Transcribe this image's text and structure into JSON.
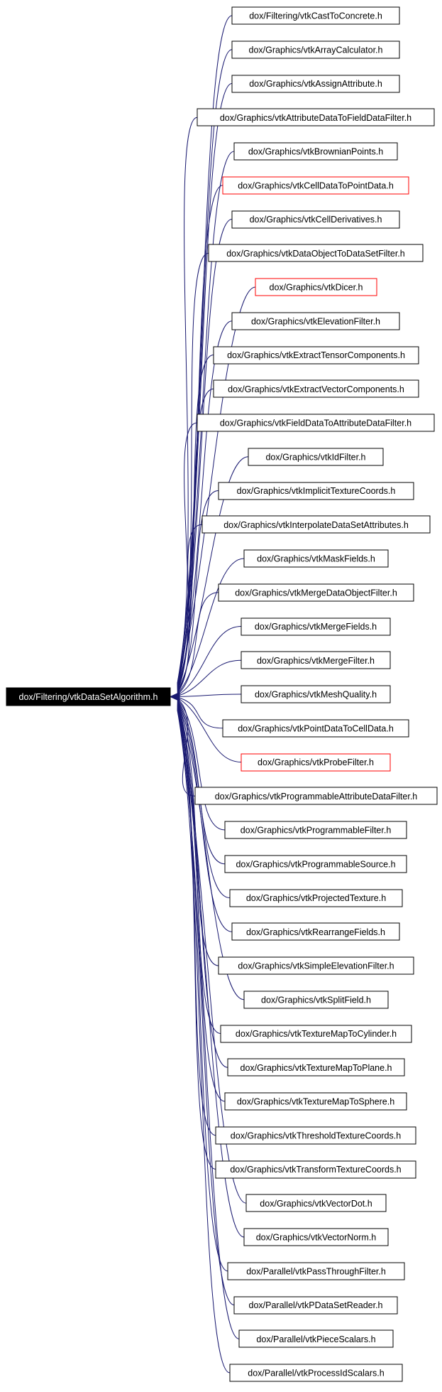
{
  "root": {
    "label": "dox/Filtering/vtkDataSetAlgorithm.h"
  },
  "colors": {
    "edge": "#191970",
    "highlight_border": "#ff0000",
    "root_fill": "#000000"
  },
  "nodes": [
    {
      "label": "dox/Filtering/vtkCastToConcrete.h",
      "highlight": false
    },
    {
      "label": "dox/Graphics/vtkArrayCalculator.h",
      "highlight": false
    },
    {
      "label": "dox/Graphics/vtkAssignAttribute.h",
      "highlight": false
    },
    {
      "label": "dox/Graphics/vtkAttributeDataToFieldDataFilter.h",
      "highlight": false
    },
    {
      "label": "dox/Graphics/vtkBrownianPoints.h",
      "highlight": false
    },
    {
      "label": "dox/Graphics/vtkCellDataToPointData.h",
      "highlight": true
    },
    {
      "label": "dox/Graphics/vtkCellDerivatives.h",
      "highlight": false
    },
    {
      "label": "dox/Graphics/vtkDataObjectToDataSetFilter.h",
      "highlight": false
    },
    {
      "label": "dox/Graphics/vtkDicer.h",
      "highlight": true
    },
    {
      "label": "dox/Graphics/vtkElevationFilter.h",
      "highlight": false
    },
    {
      "label": "dox/Graphics/vtkExtractTensorComponents.h",
      "highlight": false
    },
    {
      "label": "dox/Graphics/vtkExtractVectorComponents.h",
      "highlight": false
    },
    {
      "label": "dox/Graphics/vtkFieldDataToAttributeDataFilter.h",
      "highlight": false
    },
    {
      "label": "dox/Graphics/vtkIdFilter.h",
      "highlight": false
    },
    {
      "label": "dox/Graphics/vtkImplicitTextureCoords.h",
      "highlight": false
    },
    {
      "label": "dox/Graphics/vtkInterpolateDataSetAttributes.h",
      "highlight": false
    },
    {
      "label": "dox/Graphics/vtkMaskFields.h",
      "highlight": false
    },
    {
      "label": "dox/Graphics/vtkMergeDataObjectFilter.h",
      "highlight": false
    },
    {
      "label": "dox/Graphics/vtkMergeFields.h",
      "highlight": false
    },
    {
      "label": "dox/Graphics/vtkMergeFilter.h",
      "highlight": false
    },
    {
      "label": "dox/Graphics/vtkMeshQuality.h",
      "highlight": false
    },
    {
      "label": "dox/Graphics/vtkPointDataToCellData.h",
      "highlight": false
    },
    {
      "label": "dox/Graphics/vtkProbeFilter.h",
      "highlight": true
    },
    {
      "label": "dox/Graphics/vtkProgrammableAttributeDataFilter.h",
      "highlight": false
    },
    {
      "label": "dox/Graphics/vtkProgrammableFilter.h",
      "highlight": false
    },
    {
      "label": "dox/Graphics/vtkProgrammableSource.h",
      "highlight": false
    },
    {
      "label": "dox/Graphics/vtkProjectedTexture.h",
      "highlight": false
    },
    {
      "label": "dox/Graphics/vtkRearrangeFields.h",
      "highlight": false
    },
    {
      "label": "dox/Graphics/vtkSimpleElevationFilter.h",
      "highlight": false
    },
    {
      "label": "dox/Graphics/vtkSplitField.h",
      "highlight": false
    },
    {
      "label": "dox/Graphics/vtkTextureMapToCylinder.h",
      "highlight": false
    },
    {
      "label": "dox/Graphics/vtkTextureMapToPlane.h",
      "highlight": false
    },
    {
      "label": "dox/Graphics/vtkTextureMapToSphere.h",
      "highlight": false
    },
    {
      "label": "dox/Graphics/vtkThresholdTextureCoords.h",
      "highlight": false
    },
    {
      "label": "dox/Graphics/vtkTransformTextureCoords.h",
      "highlight": false
    },
    {
      "label": "dox/Graphics/vtkVectorDot.h",
      "highlight": false
    },
    {
      "label": "dox/Graphics/vtkVectorNorm.h",
      "highlight": false
    },
    {
      "label": "dox/Parallel/vtkPassThroughFilter.h",
      "highlight": false
    },
    {
      "label": "dox/Parallel/vtkPDataSetReader.h",
      "highlight": false
    },
    {
      "label": "dox/Parallel/vtkPieceScalars.h",
      "highlight": false
    },
    {
      "label": "dox/Parallel/vtkProcessIdScalars.h",
      "highlight": false
    }
  ]
}
